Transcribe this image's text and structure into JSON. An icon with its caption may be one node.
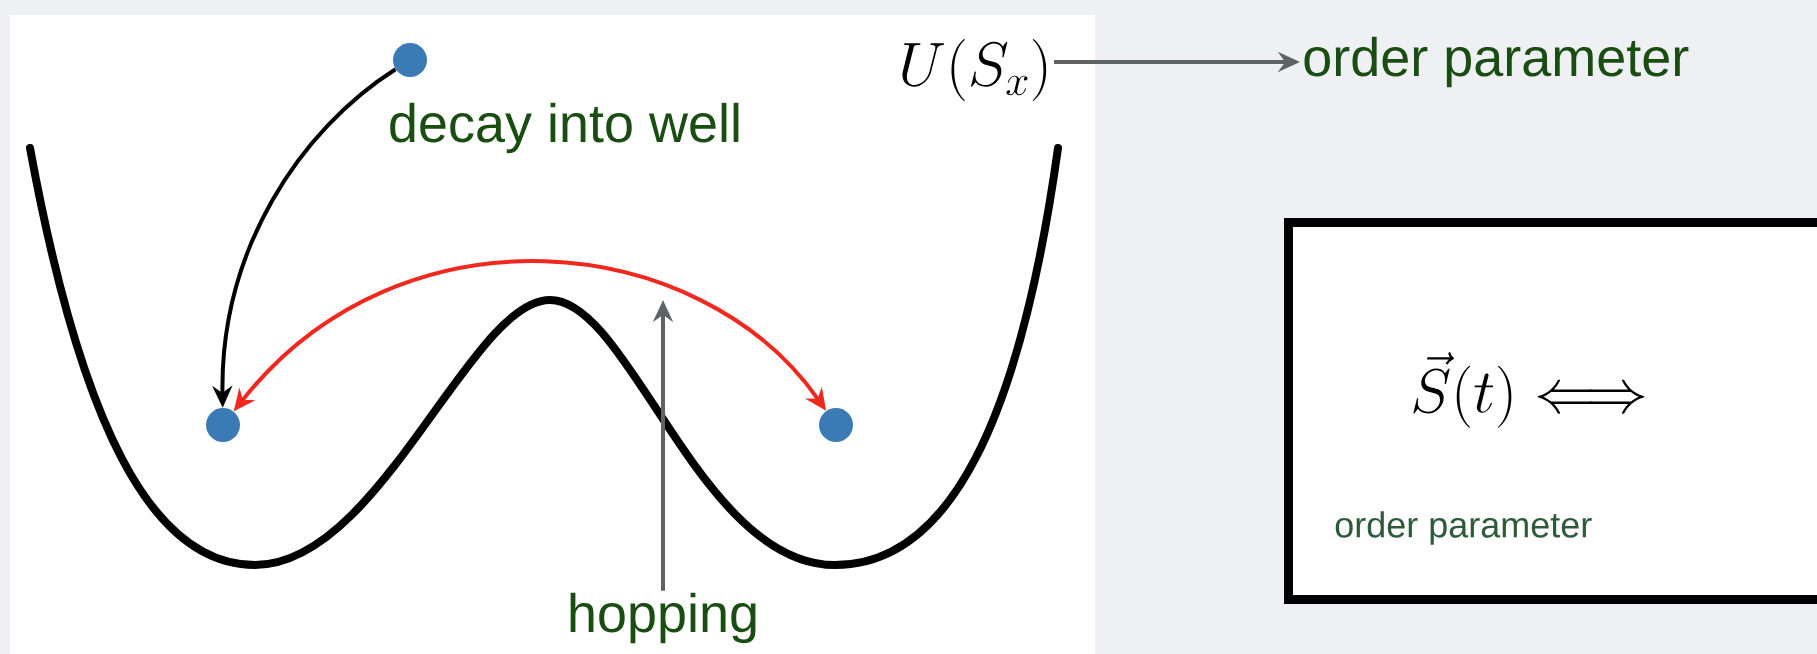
{
  "diagram": {
    "nodes": [
      {
        "text": [],
        "shape": "circle"
      },
      {
        "text": [],
        "shape": "circle"
      },
      {
        "text": [],
        "shape": "circle"
      },
      {
        "text": [
          "U(S_x)"
        ]
      },
      {
        "text": [
          "order parameter"
        ]
      },
      {
        "text": [
          "\\vec{S}(t) \\Longleftrightarrow",
          "order parameter"
        ]
      },
      {
        "text": [
          "hopping"
        ]
      }
    ],
    "edges": [
      {
        "from": 0,
        "to": 1,
        "arrow": "to",
        "label": "decay into well",
        "color": "#000000"
      },
      {
        "from": 1,
        "to": 2,
        "arrow": "both",
        "color": "#f0281e"
      },
      {
        "from": 3,
        "to": 4,
        "arrow": "to",
        "color": "#5f6365"
      },
      {
        "from": 6,
        "to": null,
        "arrow": "to",
        "color": "#5f6365"
      }
    ]
  }
}
